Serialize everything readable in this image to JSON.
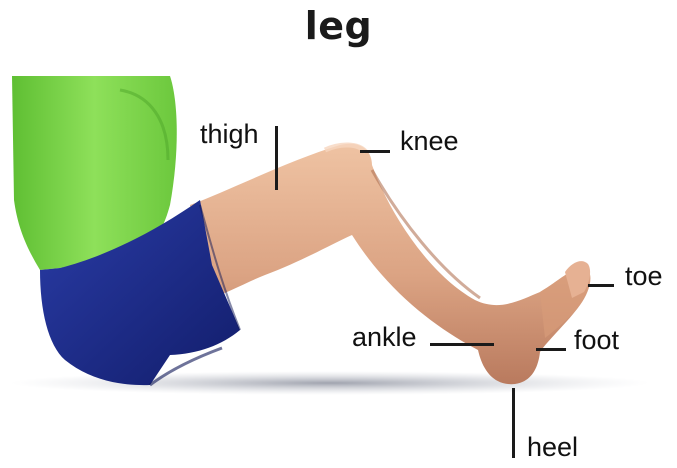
{
  "title": "leg",
  "labels": {
    "thigh": "thigh",
    "knee": "knee",
    "toe": "toe",
    "ankle": "ankle",
    "foot": "foot",
    "heel": "heel"
  },
  "colors": {
    "shirt": "#7fd64a",
    "shorts": "#1f2f8f",
    "skin": "#e0ad8c",
    "shadow": "#b9bcc6"
  }
}
